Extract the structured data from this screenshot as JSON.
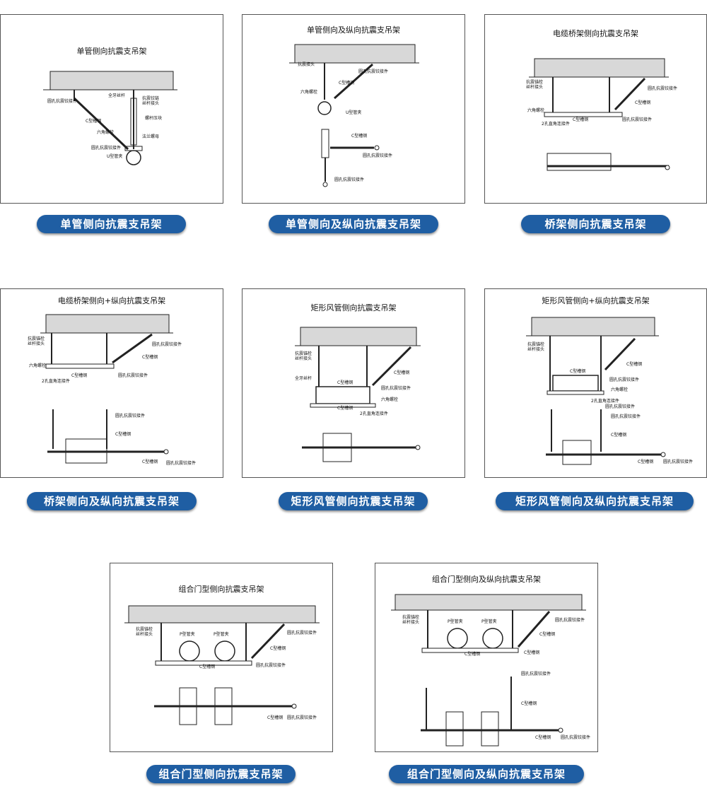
{
  "colors": {
    "pill": "#1f5ea3",
    "pill_text": "#ffffff",
    "concrete": "#d8d8d8"
  },
  "cards": [
    {
      "title": "单管侧向抗震支吊架",
      "caption": "单管侧向抗震支吊架",
      "labels": [
        "全牙丝杆",
        "抗震铰链",
        "丝杆接头",
        "圆孔抗震铰接件",
        "螺杆压块",
        "C型槽钢",
        "六角螺栓",
        "法兰螺母",
        "圆孔抗震铰接件",
        "U型管夹"
      ]
    },
    {
      "title": "单管侧向及纵向抗震支吊架",
      "caption": "单管侧向及纵向抗震支吊架",
      "labels": [
        "抗震接头",
        "圆孔抗震铰接件",
        "C型槽钢",
        "六角螺栓",
        "U型管夹",
        "C型槽钢",
        "圆孔抗震铰接件",
        "圆孔抗震铰接件"
      ]
    },
    {
      "title": "电缆桥架侧向抗震支吊架",
      "caption": "桥架侧向抗震支吊架",
      "labels": [
        "抗震锚栓",
        "丝杆接头",
        "圆孔抗震铰接件",
        "C型槽钢",
        "六角螺栓",
        "2孔直角连接件",
        "C型槽钢",
        "圆孔抗震铰接件"
      ]
    },
    {
      "title": "电缆桥架侧向+纵向抗震支吊架",
      "caption": "桥架侧向及纵向抗震支吊架",
      "labels": [
        "抗震锚栓",
        "丝杆接头",
        "圆孔抗震铰接件",
        "C型槽钢",
        "六角螺栓",
        "C型槽钢",
        "圆孔抗震铰接件",
        "2孔直角连接件",
        "圆孔抗震铰接件",
        "C型槽钢",
        "C型槽钢",
        "圆孔抗震铰接件"
      ]
    },
    {
      "title": "矩形风管侧向抗震支吊架",
      "caption": "矩形风管侧向抗震支吊架",
      "labels": [
        "抗震锚栓",
        "丝杆接头",
        "C型槽钢",
        "全牙丝杆",
        "C型槽钢",
        "圆孔抗震铰接件",
        "六角螺栓",
        "C型槽钢",
        "2孔直角连接件"
      ]
    },
    {
      "title": "矩形风管侧向+纵向抗震支吊架",
      "caption": "矩形风管侧向及纵向抗震支吊架",
      "labels": [
        "抗震锚栓",
        "丝杆接头",
        "C型槽钢",
        "C型槽钢",
        "圆孔抗震铰接件",
        "六角螺栓",
        "2孔直角连接件",
        "圆孔抗震铰接件",
        "圆孔抗震铰接件",
        "C型槽钢",
        "C型槽钢",
        "圆孔抗震铰接件"
      ]
    },
    {
      "title": "组合门型侧向抗震支吊架",
      "caption": "组合门型侧向抗震支吊架",
      "labels": [
        "抗震锚栓",
        "丝杆接头",
        "P型管夹",
        "P型管夹",
        "圆孔抗震铰接件",
        "C型槽钢",
        "C型槽钢",
        "圆孔抗震铰接件",
        "C型槽钢",
        "圆孔抗震铰接件"
      ]
    },
    {
      "title": "组合门型侧向及纵向抗震支吊架",
      "caption": "组合门型侧向及纵向抗震支吊架",
      "labels": [
        "抗震锚栓",
        "丝杆接头",
        "P型管夹",
        "P型管夹",
        "圆孔抗震铰接件",
        "C型槽钢",
        "C型槽钢",
        "C型槽钢",
        "圆孔抗震铰接件",
        "C型槽钢",
        "C型槽钢",
        "圆孔抗震铰接件"
      ]
    }
  ]
}
